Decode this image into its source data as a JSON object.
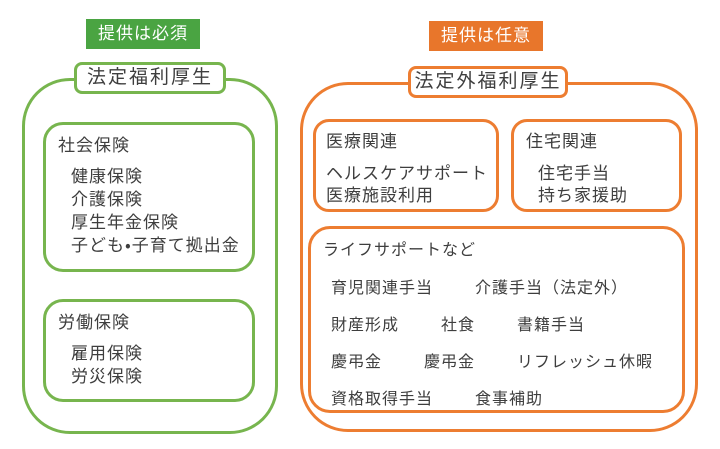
{
  "colors": {
    "green_border": "#77B54E",
    "green_badge": "#4AA442",
    "orange_border": "#ED7D31",
    "orange_badge": "#E8762B",
    "text": "#3E3E3E"
  },
  "left": {
    "badge": "提供は必須",
    "title": "法定福利厚生",
    "groups": [
      {
        "title": "社会保険",
        "items": [
          "健康保険",
          "介護保険",
          "厚生年金保険",
          "子ども・子育て拠出金"
        ]
      },
      {
        "title": "労働保険",
        "items": [
          "雇用保険",
          "労災保険"
        ]
      }
    ]
  },
  "right": {
    "badge": "提供は任意",
    "title": "法定外福利厚生",
    "groups": [
      {
        "title": "医療関連",
        "items": [
          "ヘルスケアサポート",
          "医療施設利用"
        ]
      },
      {
        "title": "住宅関連",
        "items": [
          "住宅手当",
          "持ち家援助"
        ]
      },
      {
        "title": "ライフサポートなど",
        "rows": [
          [
            "育児関連手当",
            "介護手当（法定外）"
          ],
          [
            "財産形成",
            "社食",
            "書籍手当"
          ],
          [
            "慶弔金",
            "慶弔金",
            "リフレッシュ休暇"
          ],
          [
            "資格取得手当",
            "食事補助"
          ]
        ]
      }
    ]
  }
}
